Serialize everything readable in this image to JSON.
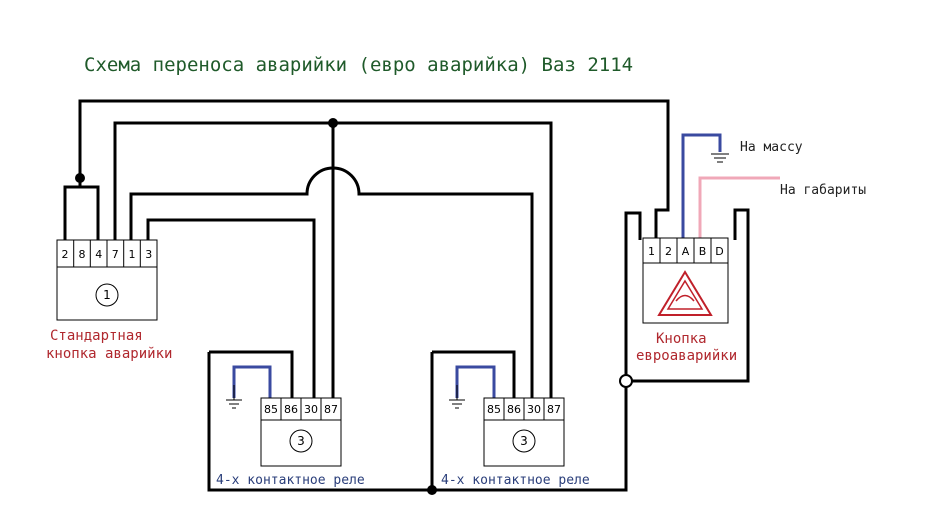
{
  "title": "Схема переноса аварийки (евро аварийка) Ваз 2114",
  "standard_button": {
    "pins": [
      "2",
      "8",
      "4",
      "7",
      "1",
      "3"
    ],
    "number": "1",
    "label_line1": "Стандартная",
    "label_line2": "кнопка аварийки"
  },
  "relay_left": {
    "pins": [
      "85",
      "86",
      "30",
      "87"
    ],
    "number": "3",
    "label": "4-х контактное реле"
  },
  "relay_right": {
    "pins": [
      "85",
      "86",
      "30",
      "87"
    ],
    "number": "3",
    "label": "4-х контактное реле"
  },
  "euro_button": {
    "pins": [
      "1",
      "2",
      "A",
      "B",
      "D"
    ],
    "label_line1": "Кнопка",
    "label_line2": "евроаварийки"
  },
  "annotations": {
    "ground": "На массу",
    "parking_lights": "На габариты"
  },
  "colors": {
    "title": "#1f5a2a",
    "label_red": "#b0282e",
    "label_blue": "#2a3e7a",
    "wire": "#000000",
    "ground_wire": "#3a4aa0",
    "lights_wire": "#f0a8b8",
    "warning_triangle": "#c0202a"
  }
}
